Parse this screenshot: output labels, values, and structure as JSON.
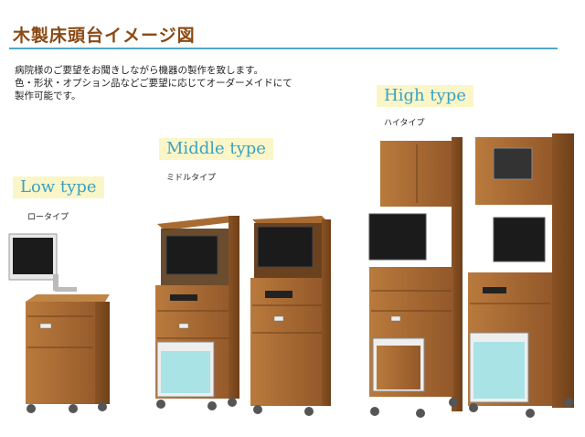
{
  "title": "木製床頭台イメージ図",
  "description": [
    "病院様のご要望をお聞きしながら機器の製作を致します。",
    "色・形状・オプション品などご要望に応じてオーダーメイドにて",
    "製作可能です。"
  ],
  "types": [
    {
      "label": "Low type",
      "sub": "ロータイプ"
    },
    {
      "label": "Middle type",
      "sub": "ミドルタイプ"
    },
    {
      "label": "High  type",
      "sub": "ハイタイプ"
    }
  ],
  "colors": {
    "title": "#8a4a14",
    "rule": "#4fa9c9",
    "label_text": "#3aa2c4",
    "label_bg": "#fbf6c8",
    "wood": "#a86b32",
    "wood_dark": "#7a4a1e",
    "fridge": "#a9e3e6",
    "screen": "#1b1b1b"
  }
}
